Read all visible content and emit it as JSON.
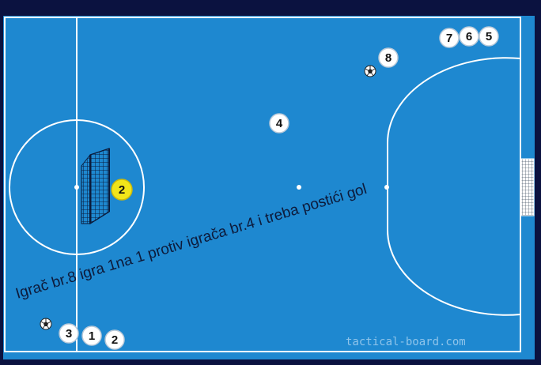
{
  "board": {
    "colors": {
      "frame": "#0b1240",
      "pitch": "#1e88d0",
      "lines": "#ffffff",
      "player_fill": "#ffffff",
      "highlight_player_fill": "#f1e51a",
      "goal_net": "#0a1a3a",
      "caption_text": "#0d1a3a",
      "watermark_text": "#8fc4ea"
    },
    "players": [
      {
        "number": "7",
        "highlighted": false
      },
      {
        "number": "6",
        "highlighted": false
      },
      {
        "number": "5",
        "highlighted": false
      },
      {
        "number": "8",
        "highlighted": false
      },
      {
        "number": "4",
        "highlighted": false
      },
      {
        "number": "2",
        "highlighted": true
      },
      {
        "number": "3",
        "highlighted": false
      },
      {
        "number": "1",
        "highlighted": false
      },
      {
        "number": "2",
        "highlighted": false
      }
    ],
    "balls": [
      {
        "icon": "soccer-ball-icon"
      },
      {
        "icon": "soccer-ball-icon"
      }
    ],
    "caption": "Igrač br.8 igra 1na 1 protiv igrača br.4 i treba postići gol",
    "watermark": "tactical-board.com"
  }
}
